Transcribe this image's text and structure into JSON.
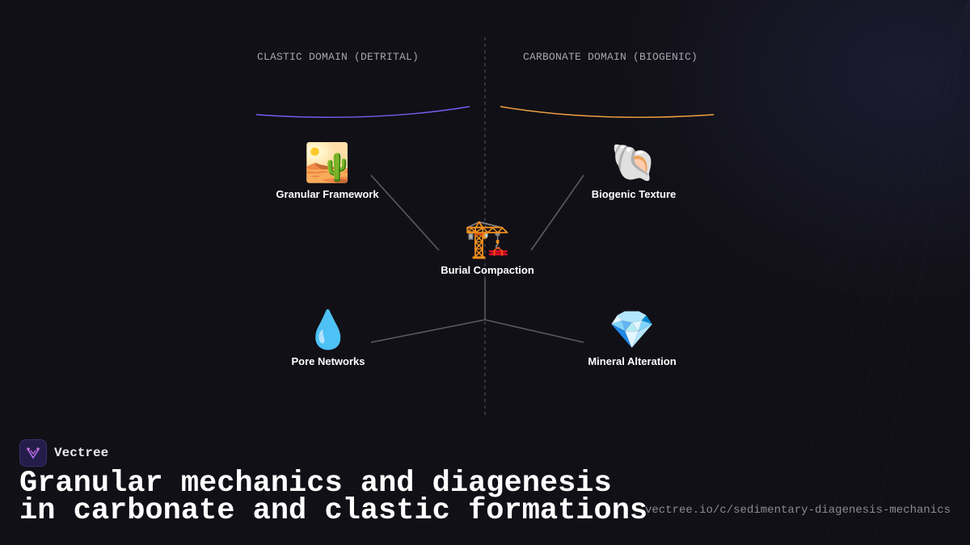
{
  "diagram": {
    "domains": {
      "left": "CLASTIC DOMAIN (DETRITAL)",
      "right": "CARBONATE DOMAIN (BIOGENIC)"
    },
    "colors": {
      "clastic_accent": "#7a5cf0",
      "carbonate_accent": "#f0a040",
      "connector": "#5a5a62",
      "divider": "#4a4a55"
    },
    "nodes": [
      {
        "id": "granular-framework",
        "icon": "desert-landscape-icon",
        "glyph": "🏜️",
        "label": "Granular Framework"
      },
      {
        "id": "biogenic-texture",
        "icon": "spiral-shell-icon",
        "glyph": "🐚",
        "label": "Biogenic Texture"
      },
      {
        "id": "burial-compaction",
        "icon": "construction-crane-icon",
        "glyph": "🏗️",
        "label": "Burial Compaction"
      },
      {
        "id": "pore-networks",
        "icon": "droplet-icon",
        "glyph": "💧",
        "label": "Pore Networks"
      },
      {
        "id": "mineral-alteration",
        "icon": "gem-icon",
        "glyph": "💎",
        "label": "Mineral Alteration"
      }
    ]
  },
  "footer": {
    "brand": "Vectree",
    "brand_icon": "vectree-logo-icon",
    "title_line1": "Granular mechanics and diagenesis",
    "title_line2": "in carbonate and clastic formations",
    "url": "vectree.io/c/sedimentary-diagenesis-mechanics"
  }
}
